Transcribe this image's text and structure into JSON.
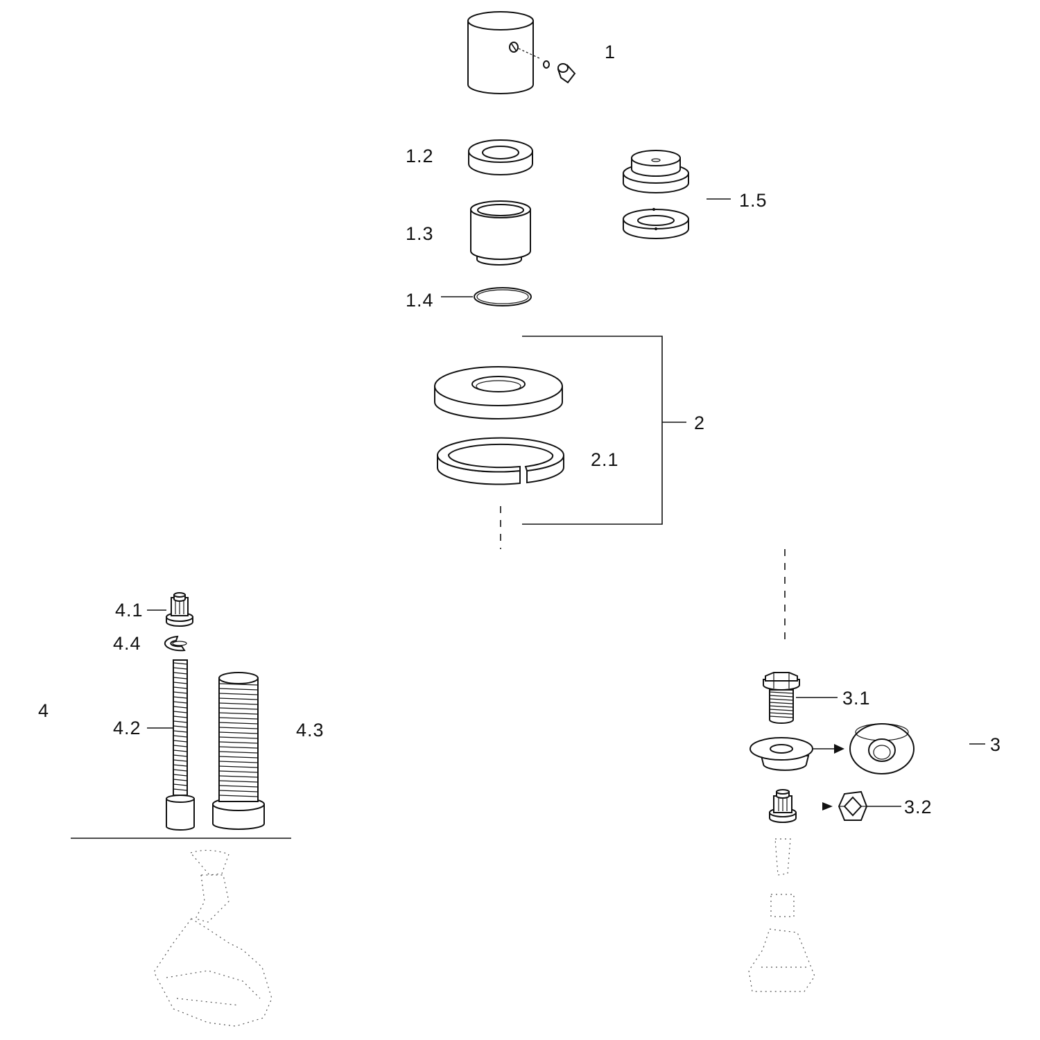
{
  "labels": {
    "l1": "1",
    "l1_2": "1.2",
    "l1_3": "1.3",
    "l1_4": "1.4",
    "l1_5": "1.5",
    "l2": "2",
    "l2_1": "2.1",
    "l3": "3",
    "l3_1": "3.1",
    "l3_2": "3.2",
    "l4": "4",
    "l4_1": "4.1",
    "l4_2": "4.2",
    "l4_3": "4.3",
    "l4_4": "4.4"
  }
}
